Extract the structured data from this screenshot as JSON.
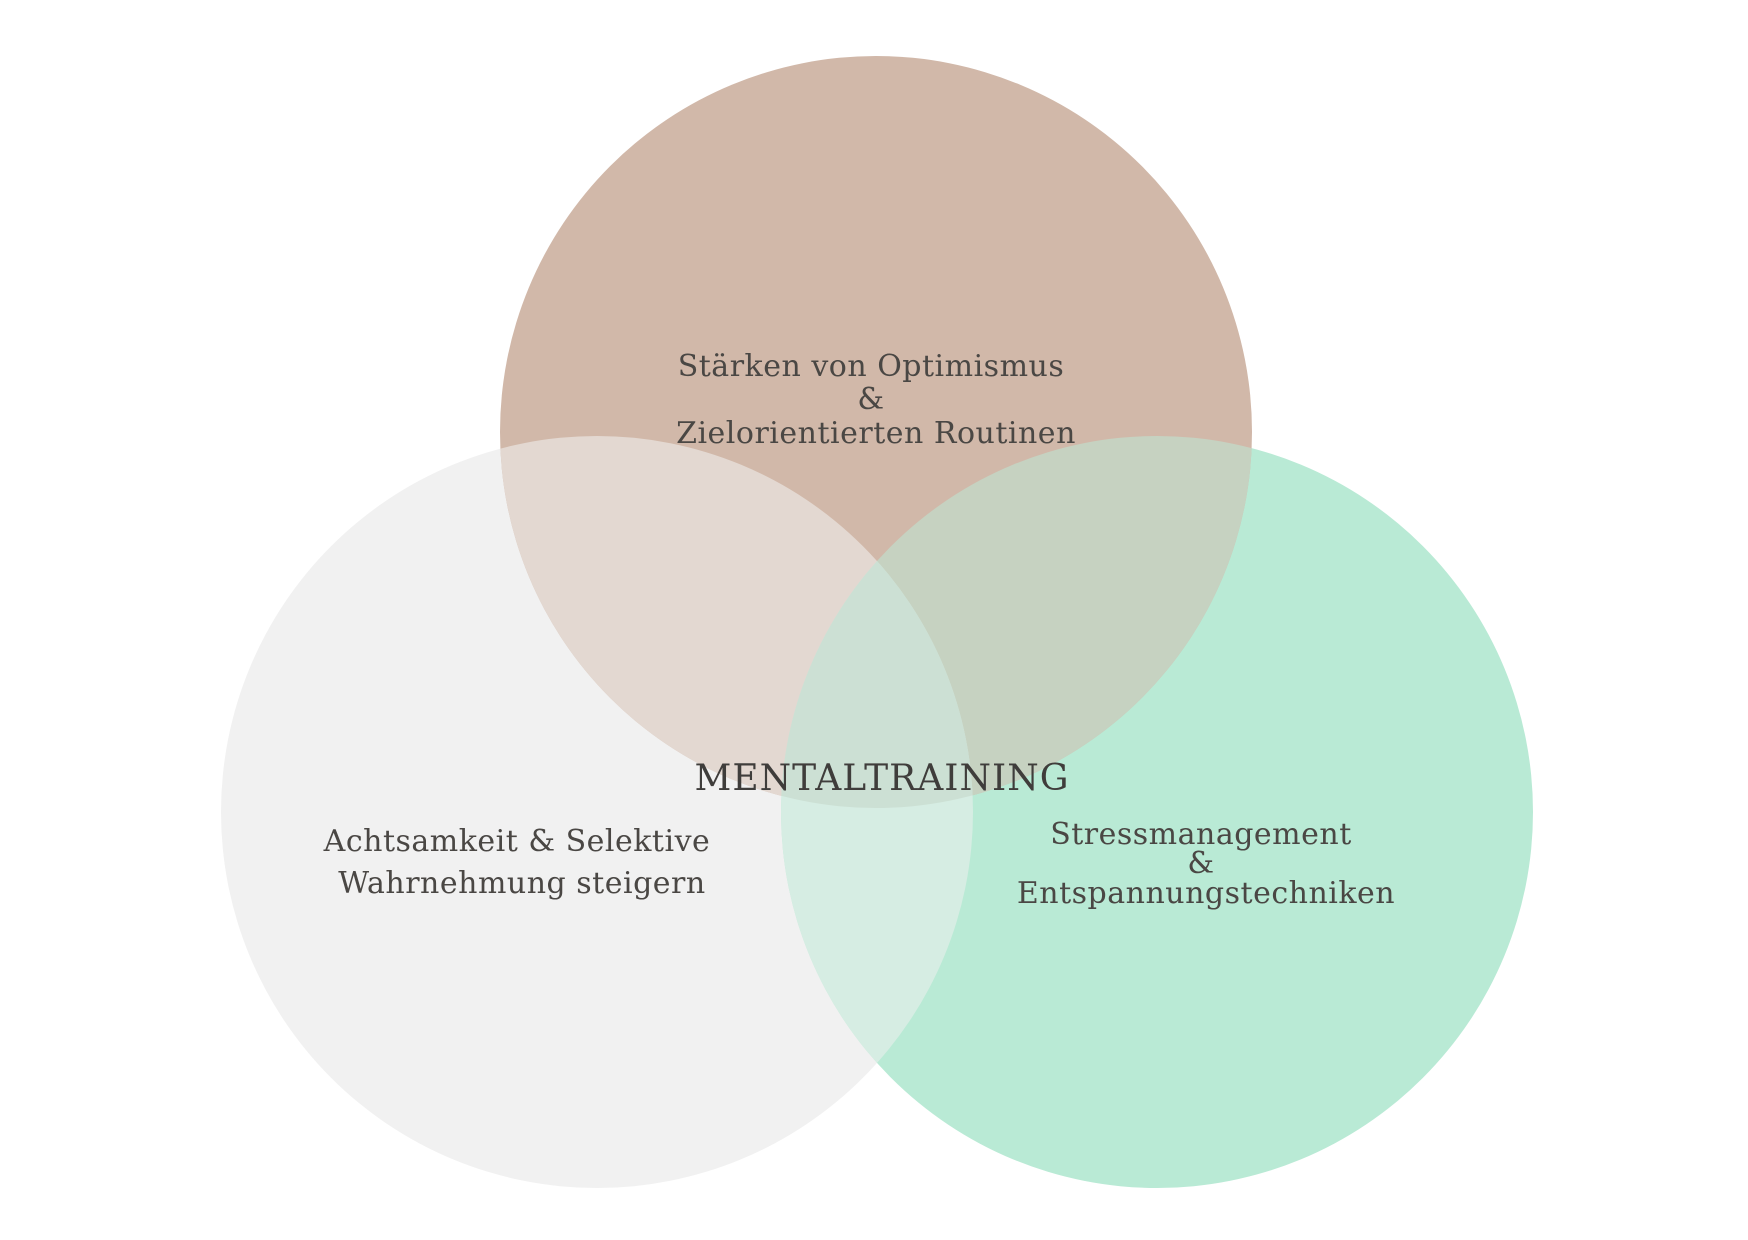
{
  "diagram": {
    "center_label": "MENTALTRAINING",
    "circles": [
      {
        "id": "top",
        "color": "#d1b8a9",
        "lines": [
          "Stärken von Optimismus",
          "&",
          "Zielorientierten Routinen"
        ]
      },
      {
        "id": "left",
        "color": "#f1f1f1",
        "lines": [
          "Achtsamkeit & Selektive",
          "Wahrnehmung steigern"
        ]
      },
      {
        "id": "right",
        "color": "#b9ead5",
        "lines": [
          "Stressmanagement",
          "&",
          "Entspannungstechniken"
        ]
      }
    ],
    "overlaps": {
      "top_left": "#e3d8d1",
      "top_right": "#c6d2c1",
      "left_right": "#d6ede3",
      "all_three": "#cce0d4"
    }
  }
}
